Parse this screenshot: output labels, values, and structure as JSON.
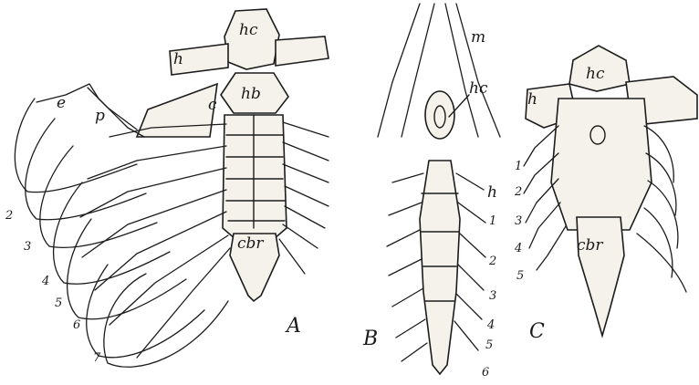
{
  "figure_a": {
    "letter": "A",
    "labels": {
      "hc": "hc",
      "h": "h",
      "hb": "hb",
      "c": "c",
      "e": "e",
      "p": "p",
      "cbr": "cbr"
    },
    "rib_numbers": [
      "2",
      "3",
      "4",
      "5",
      "6",
      "7"
    ]
  },
  "figure_b": {
    "letter": "B",
    "labels": {
      "m": "m",
      "hc": "hc",
      "h": "h"
    },
    "rib_numbers": [
      "1",
      "2",
      "3",
      "4",
      "5",
      "6"
    ]
  },
  "figure_c": {
    "letter": "C",
    "labels": {
      "hc": "hc",
      "h": "h",
      "cbr": "cbr"
    },
    "rib_numbers": [
      "1",
      "2",
      "3",
      "4",
      "5"
    ]
  },
  "colors": {
    "ink": "#1c1c1c",
    "bone_fill": "#f4f2ea",
    "paper": "#ffffff"
  }
}
